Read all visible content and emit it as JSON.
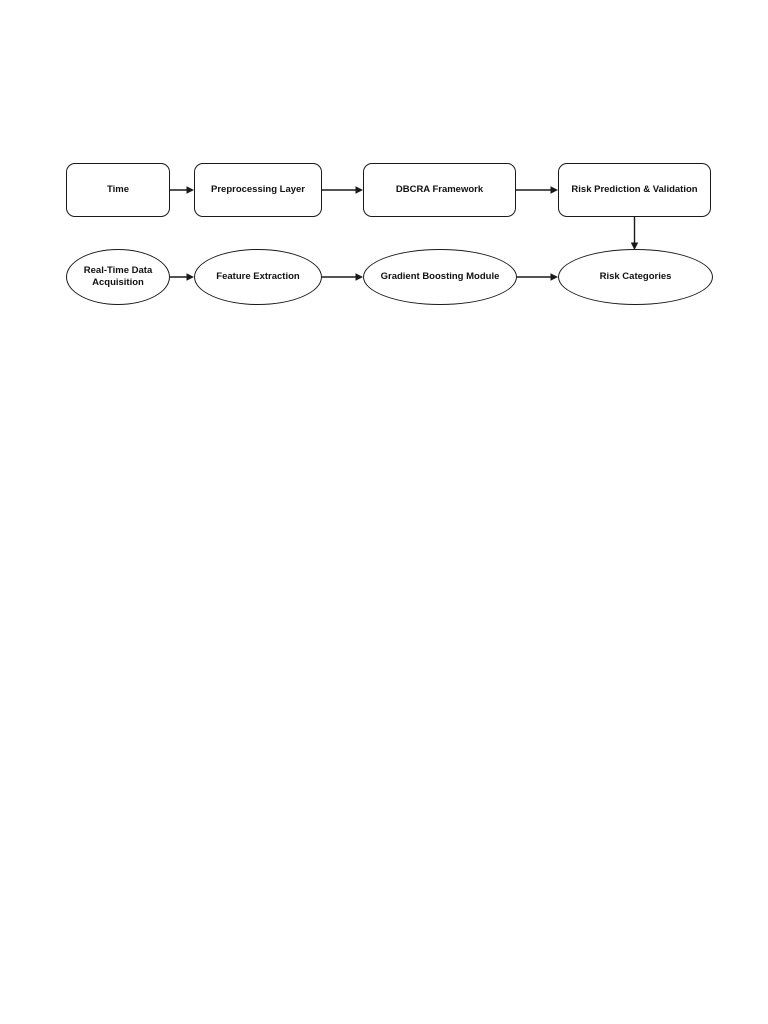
{
  "diagram": {
    "type": "flowchart",
    "colors": {
      "background": "#ffffff",
      "node_fill": "#ffffff",
      "stroke": "#1a1a1a",
      "text": "#111111"
    },
    "nodes": {
      "time": {
        "label": "Time",
        "shape": "rounded-rect"
      },
      "preprocessing_layer": {
        "label": "Preprocessing Layer",
        "shape": "rounded-rect"
      },
      "dbcra_framework": {
        "label": "DBCRA Framework",
        "shape": "rounded-rect"
      },
      "risk_prediction_validation": {
        "label": "Risk Prediction & Validation",
        "shape": "rounded-rect"
      },
      "real_time_data_acquisition": {
        "label": "Real-Time Data Acquisition",
        "shape": "ellipse"
      },
      "feature_extraction": {
        "label": "Feature Extraction",
        "shape": "ellipse"
      },
      "gradient_boosting_module": {
        "label": "Gradient Boosting Module",
        "shape": "ellipse"
      },
      "risk_categories": {
        "label": "Risk Categories",
        "shape": "ellipse"
      }
    },
    "edges": [
      {
        "from": "Time",
        "to": "Preprocessing Layer"
      },
      {
        "from": "Preprocessing Layer",
        "to": "DBCRA Framework"
      },
      {
        "from": "DBCRA Framework",
        "to": "Risk Prediction & Validation"
      },
      {
        "from": "Risk Prediction & Validation",
        "to": "Risk Categories"
      },
      {
        "from": "Real-Time Data Acquisition",
        "to": "Feature Extraction"
      },
      {
        "from": "Feature Extraction",
        "to": "Gradient Boosting Module"
      },
      {
        "from": "Gradient Boosting Module",
        "to": "Risk Categories"
      }
    ]
  }
}
